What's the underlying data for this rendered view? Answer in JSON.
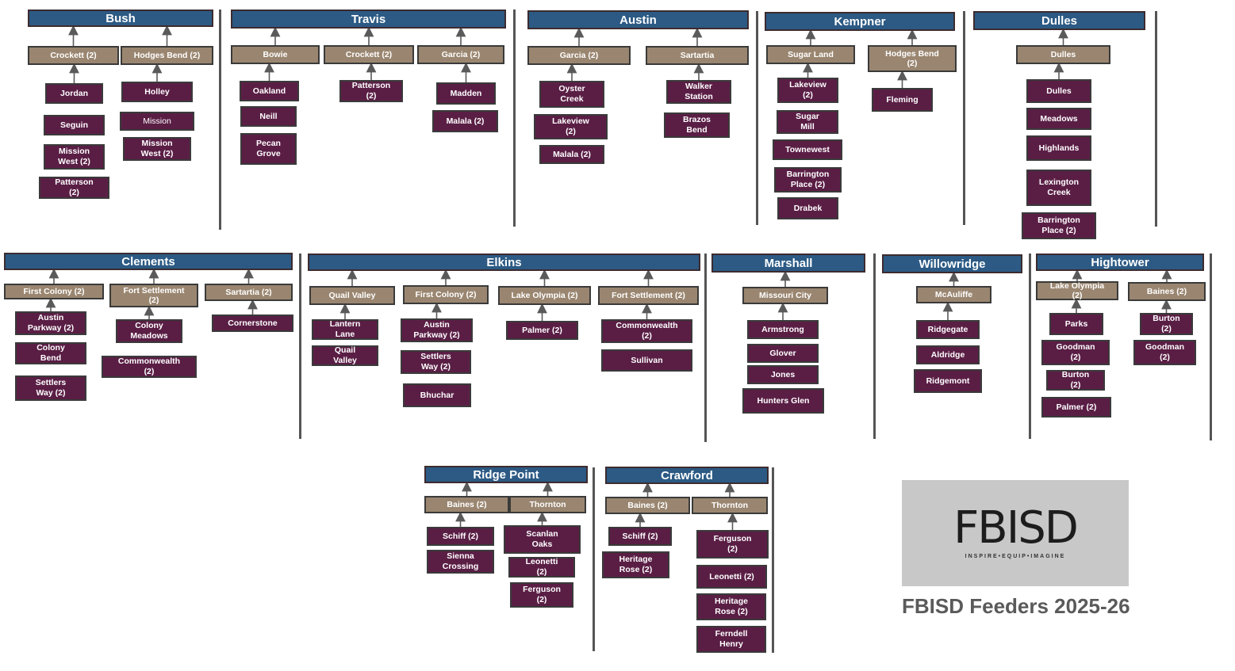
{
  "colors": {
    "high": "#2c5a84",
    "middle": "#9a8670",
    "elementary": "#5a1e45",
    "divider": "#555555"
  },
  "logo": {
    "text": "FBISD",
    "tagline": "INSPIRE•EQUIP•IMAGINE"
  },
  "title": "FBISD Feeders 2025-26",
  "high_schools": [
    {
      "name": "Bush",
      "middles": [
        {
          "name": "Crockett (2)",
          "elementaries": [
            "Jordan",
            "Seguin",
            "Mission\nWest (2)",
            "Patterson\n(2)"
          ]
        },
        {
          "name": "Hodges Bend (2)",
          "elementaries": [
            "Holley",
            "Mission",
            "Mission\nWest (2)"
          ]
        }
      ]
    },
    {
      "name": "Travis",
      "middles": [
        {
          "name": "Bowie",
          "elementaries": [
            "Oakland",
            "Neill",
            "Pecan\nGrove"
          ]
        },
        {
          "name": "Crockett (2)",
          "elementaries": [
            "Patterson\n(2)"
          ]
        },
        {
          "name": "Garcia (2)",
          "elementaries": [
            "Madden",
            "Malala (2)"
          ]
        }
      ]
    },
    {
      "name": "Austin",
      "middles": [
        {
          "name": "Garcia (2)",
          "elementaries": [
            "Oyster\nCreek",
            "Lakeview\n(2)",
            "Malala (2)"
          ]
        },
        {
          "name": "Sartartia",
          "elementaries": [
            "Walker\nStation",
            "Brazos\nBend"
          ]
        }
      ]
    },
    {
      "name": "Kempner",
      "middles": [
        {
          "name": "Sugar Land",
          "elementaries": [
            "Lakeview\n(2)",
            "Sugar\nMill",
            "Townewest",
            "Barrington\nPlace (2)",
            "Drabek"
          ]
        },
        {
          "name": "Hodges Bend\n(2)",
          "elementaries": [
            "Fleming"
          ]
        }
      ]
    },
    {
      "name": "Dulles",
      "middles": [
        {
          "name": "Dulles",
          "elementaries": [
            "Dulles",
            "Meadows",
            "Highlands",
            "Lexington\nCreek",
            "Barrington\nPlace (2)"
          ]
        }
      ]
    },
    {
      "name": "Clements",
      "middles": [
        {
          "name": "First Colony (2)",
          "elementaries": [
            "Austin\nParkway (2)",
            "Colony\nBend",
            "Settlers\nWay (2)"
          ]
        },
        {
          "name": "Fort Settlement\n(2)",
          "elementaries": [
            "Colony\nMeadows",
            "Commonwealth\n(2)"
          ]
        },
        {
          "name": "Sartartia (2)",
          "elementaries": [
            "Cornerstone"
          ]
        }
      ]
    },
    {
      "name": "Elkins",
      "middles": [
        {
          "name": "Quail Valley",
          "elementaries": [
            "Lantern\nLane",
            "Quail\nValley"
          ]
        },
        {
          "name": "First Colony (2)",
          "elementaries": [
            "Austin\nParkway (2)",
            "Settlers\nWay (2)",
            "Bhuchar"
          ]
        },
        {
          "name": "Lake Olympia (2)",
          "elementaries": [
            "Palmer (2)"
          ]
        },
        {
          "name": "Fort Settlement (2)",
          "elementaries": [
            "Commonwealth\n(2)",
            "Sullivan"
          ]
        }
      ]
    },
    {
      "name": "Marshall",
      "middles": [
        {
          "name": "Missouri City",
          "elementaries": [
            "Armstrong",
            "Glover",
            "Jones",
            "Hunters Glen"
          ]
        }
      ]
    },
    {
      "name": "Willowridge",
      "middles": [
        {
          "name": "McAuliffe",
          "elementaries": [
            "Ridgegate",
            "Aldridge",
            "Ridgemont"
          ]
        }
      ]
    },
    {
      "name": "Hightower",
      "middles": [
        {
          "name": "Lake Olympia\n(2)",
          "elementaries": [
            "Parks",
            "Goodman\n(2)",
            "Burton\n(2)",
            "Palmer (2)"
          ]
        },
        {
          "name": "Baines (2)",
          "elementaries": [
            "Burton\n(2)",
            "Goodman\n(2)"
          ]
        }
      ]
    },
    {
      "name": "Ridge Point",
      "middles": [
        {
          "name": "Baines (2)",
          "elementaries": [
            "Schiff (2)",
            "Sienna\nCrossing"
          ]
        },
        {
          "name": "Thornton",
          "elementaries": [
            "Scanlan\nOaks",
            "Leonetti\n(2)",
            "Ferguson\n(2)"
          ]
        }
      ]
    },
    {
      "name": "Crawford",
      "middles": [
        {
          "name": "Baines (2)",
          "elementaries": [
            "Schiff (2)",
            "Heritage\nRose (2)"
          ]
        },
        {
          "name": "Thornton",
          "elementaries": [
            "Ferguson\n(2)",
            "Leonetti (2)",
            "Heritage\nRose (2)",
            "Ferndell\nHenry"
          ]
        }
      ]
    }
  ]
}
